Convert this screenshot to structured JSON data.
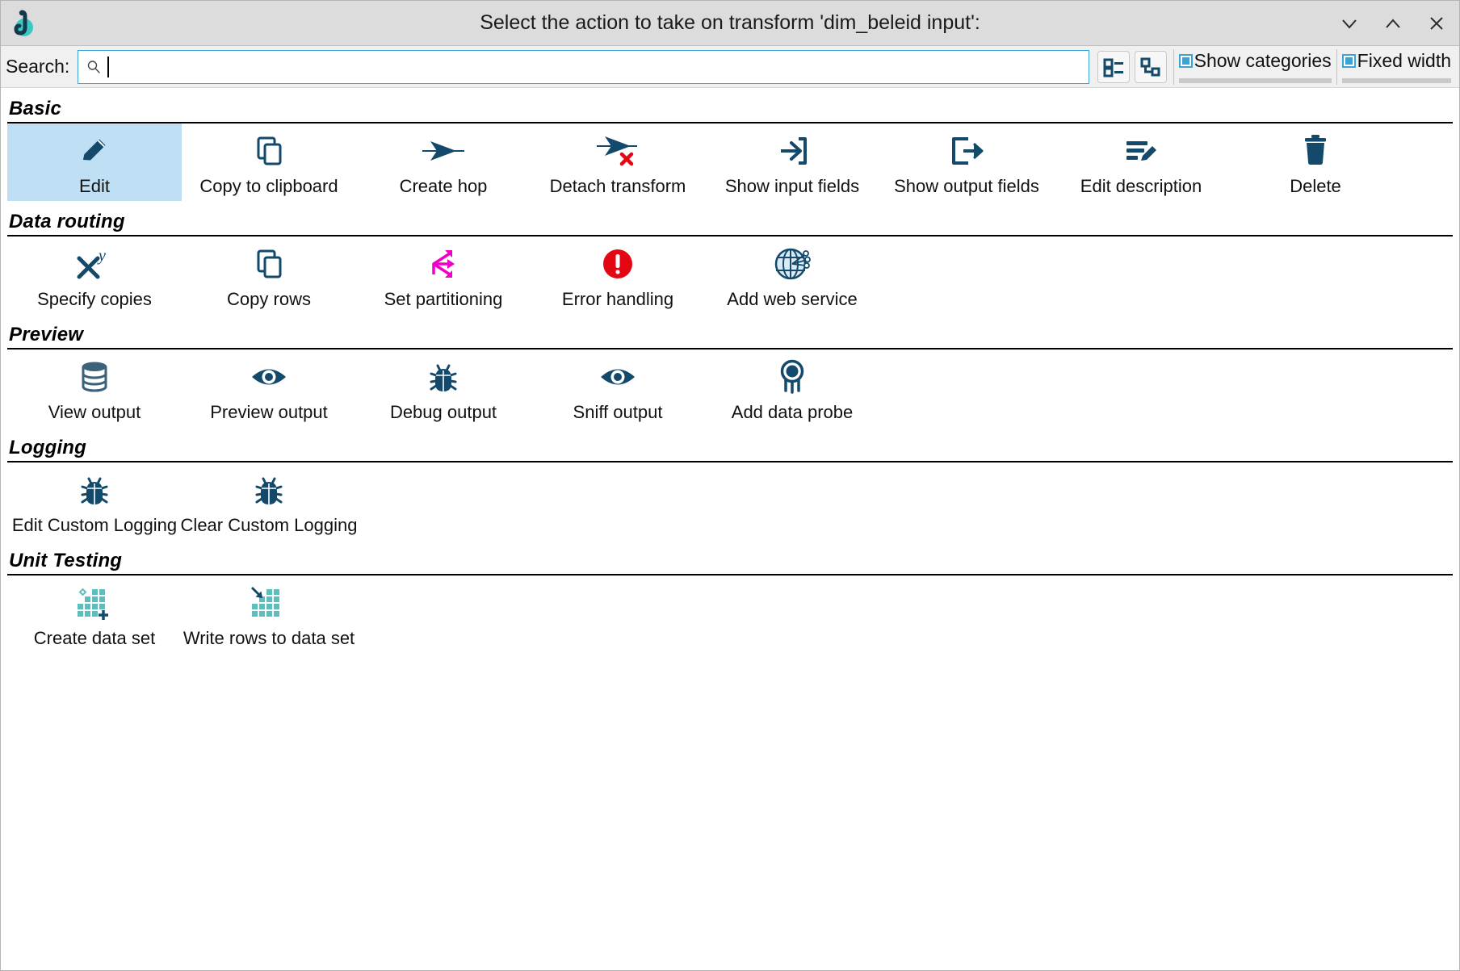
{
  "window": {
    "title": "Select the action to take on transform 'dim_beleid input':",
    "logo_icon": "apache-hop-logo-icon",
    "controls": [
      {
        "name": "minimize-button",
        "icon": "chevron-down-icon"
      },
      {
        "name": "maximize-button",
        "icon": "chevron-up-icon"
      },
      {
        "name": "close-button",
        "icon": "close-icon"
      }
    ]
  },
  "search": {
    "label": "Search:",
    "value": "",
    "placeholder": "",
    "icon": "search-icon"
  },
  "toolbar": {
    "view_buttons": [
      {
        "name": "list-view-button",
        "icon": "list-view-icon"
      },
      {
        "name": "tree-view-button",
        "icon": "tree-view-icon"
      }
    ],
    "checkboxes": [
      {
        "name": "show-categories-checkbox",
        "label": "Show categories",
        "checked": true
      },
      {
        "name": "fixed-width-checkbox",
        "label": "Fixed width",
        "checked": true
      }
    ]
  },
  "colors": {
    "icon_dark": "#134a6b",
    "selection": "#bfdff5",
    "accent": "#3ba3d6",
    "error_red": "#e30613",
    "partition_magenta": "#ef00c8",
    "teal": "#5bc0bd",
    "titlebar": "#dcdcdc"
  },
  "categories": [
    {
      "name": "Basic",
      "items": [
        {
          "label": "Edit",
          "icon": "pencil-icon",
          "selected": true
        },
        {
          "label": "Copy to clipboard",
          "icon": "copy-icon",
          "selected": false
        },
        {
          "label": "Create hop",
          "icon": "arrow-hop-icon",
          "selected": false
        },
        {
          "label": "Detach transform",
          "icon": "arrow-hop-delete-icon",
          "selected": false
        },
        {
          "label": "Show input fields",
          "icon": "input-fields-icon",
          "selected": false
        },
        {
          "label": "Show output fields",
          "icon": "output-fields-icon",
          "selected": false
        },
        {
          "label": "Edit description",
          "icon": "edit-description-icon",
          "selected": false
        },
        {
          "label": "Delete",
          "icon": "trash-icon",
          "selected": false
        }
      ]
    },
    {
      "name": "Data routing",
      "items": [
        {
          "label": "Specify copies",
          "icon": "x-to-the-y-icon",
          "selected": false
        },
        {
          "label": "Copy rows",
          "icon": "copy-icon",
          "selected": false
        },
        {
          "label": "Set partitioning",
          "icon": "partitioning-arrows-icon",
          "selected": false
        },
        {
          "label": "Error handling",
          "icon": "error-circle-icon",
          "selected": false
        },
        {
          "label": "Add web service",
          "icon": "globe-network-icon",
          "selected": false
        }
      ]
    },
    {
      "name": "Preview",
      "items": [
        {
          "label": "View output",
          "icon": "database-icon",
          "selected": false
        },
        {
          "label": "Preview output",
          "icon": "eye-icon",
          "selected": false
        },
        {
          "label": "Debug output",
          "icon": "bug-icon",
          "selected": false
        },
        {
          "label": "Sniff output",
          "icon": "eye-icon",
          "selected": false
        },
        {
          "label": "Add data probe",
          "icon": "data-probe-icon",
          "selected": false
        }
      ]
    },
    {
      "name": "Logging",
      "items": [
        {
          "label": "Edit Custom Logging",
          "icon": "bug-icon",
          "selected": false
        },
        {
          "label": "Clear Custom Logging",
          "icon": "bug-icon",
          "selected": false
        }
      ]
    },
    {
      "name": "Unit Testing",
      "items": [
        {
          "label": "Create data set",
          "icon": "create-data-set-icon",
          "selected": false
        },
        {
          "label": "Write rows to data set",
          "icon": "write-rows-data-set-icon",
          "selected": false
        }
      ]
    }
  ]
}
